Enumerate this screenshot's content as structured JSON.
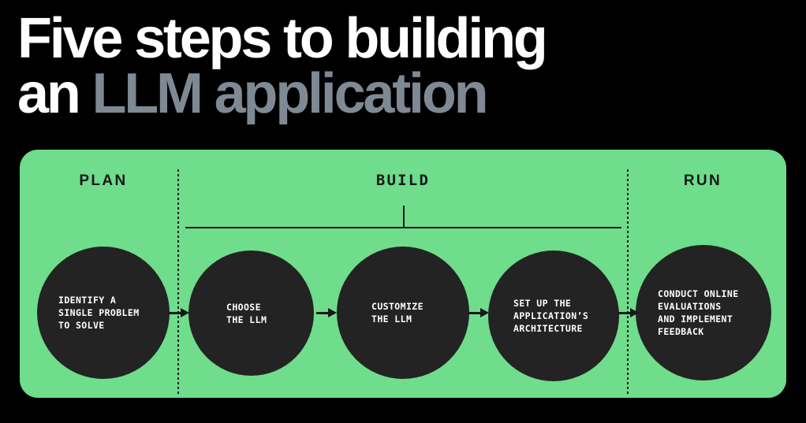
{
  "title": {
    "line1": "Five steps to building",
    "line2_prefix": "an ",
    "line2_accent": "LLM application"
  },
  "colors": {
    "background": "#000000",
    "panel_green": "#6fdd8b",
    "circle_dark": "#232323",
    "title_white": "#ffffff",
    "title_accent_gray": "#7f8994",
    "ink": "#17181a"
  },
  "panel": {
    "stages": [
      {
        "id": "plan",
        "label": "PLAN"
      },
      {
        "id": "build",
        "label": "BUILD"
      },
      {
        "id": "run",
        "label": "RUN"
      }
    ],
    "steps": [
      {
        "number": 1,
        "stage": "plan",
        "text": "IDENTIFY A\nSINGLE PROBLEM\nTO SOLVE"
      },
      {
        "number": 2,
        "stage": "build",
        "text": "CHOOSE\nTHE LLM"
      },
      {
        "number": 3,
        "stage": "build",
        "text": "CUSTOMIZE\nTHE LLM"
      },
      {
        "number": 4,
        "stage": "build",
        "text": "SET UP THE\nAPPLICATION’S\nARCHITECTURE"
      },
      {
        "number": 5,
        "stage": "run",
        "text": "CONDUCT ONLINE\nEVALUATIONS\nAND IMPLEMENT\nFEEDBACK"
      }
    ],
    "arrows": [
      {
        "from": 1,
        "to": 2
      },
      {
        "from": 2,
        "to": 3
      },
      {
        "from": 3,
        "to": 4
      },
      {
        "from": 4,
        "to": 5
      }
    ]
  }
}
